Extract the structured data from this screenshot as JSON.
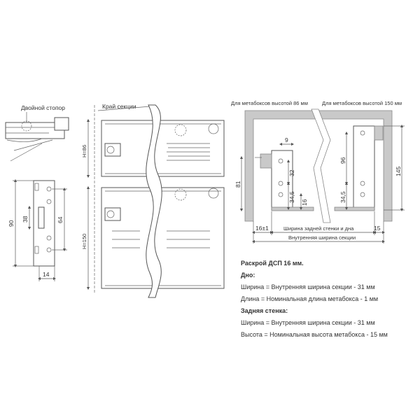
{
  "labels": {
    "double_stop": "Двойной стопор",
    "section_edge": "Край секции",
    "for_86": "Для метабоксов высотой 86 мм",
    "for_150": "Для метабоксов высотой 150 мм",
    "h86": "H=86",
    "h150": "H=150",
    "back_wall_width": "Ширина задней стенки и дна",
    "inner_width": "Внутренняя ширина секции"
  },
  "dims": {
    "d90": "90",
    "d38": "38",
    "d64": "64",
    "d14": "14",
    "d81": "81",
    "d9": "9",
    "d32": "32",
    "d34_5a": "34,5",
    "d16": "16",
    "d96": "96",
    "d34_5b": "34,5",
    "d145": "145",
    "d16pm1": "16±1",
    "d15": "15"
  },
  "notes": {
    "title": "Раскрой ДСП 16 мм.",
    "bottom_head": "Дно:",
    "bottom_w": "Ширина  = Внутренняя ширина секции - 31 мм",
    "bottom_l": "Длина = Номинальная длина метабокса - 1 мм",
    "back_head": "Задняя стенка:",
    "back_w": "Ширина = Внутренняя ширина секции - 31 мм",
    "back_h": "Высота  = Номинальная высота метабокса - 15 мм"
  }
}
